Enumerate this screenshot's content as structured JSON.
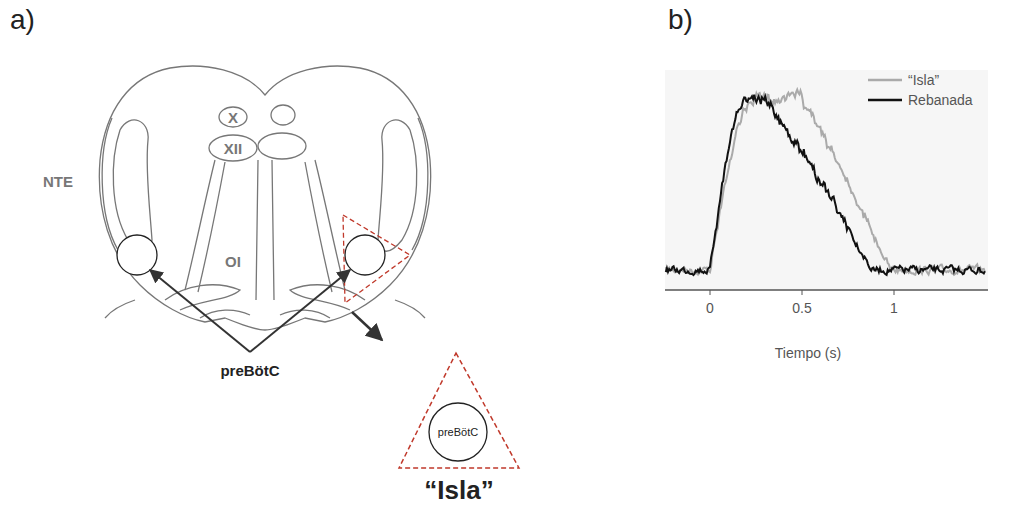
{
  "diagram": {
    "nodes": [
      {
        "text": [
          "X"
        ]
      },
      {
        "text": [
          "XII"
        ]
      },
      {
        "text": [
          "“Isla”"
        ]
      },
      {
        "text": [
          "preBötC"
        ],
        "in": 2
      }
    ],
    "labels": [
      "a)",
      "b)",
      "NTE",
      "OI",
      "preBötC",
      "0",
      "0.5",
      "1",
      "Tiempo (s)"
    ],
    "legend": [
      {
        "text": "“Isla”"
      },
      {
        "text": "Rebanada"
      }
    ]
  }
}
